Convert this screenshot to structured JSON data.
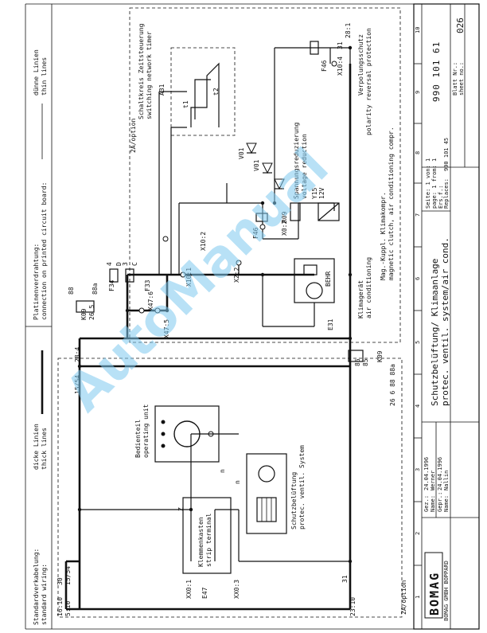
{
  "header": {
    "standard_wiring_de": "Standardverkabelung:",
    "standard_wiring_en": "standard wiring:",
    "thick_lines_de": "dicke Linien",
    "thick_lines_en": "thick lines",
    "pcb_wiring_de": "Platinenverdrahtung:",
    "pcb_wiring_en": "connection on printed circuit board:",
    "thin_lines_de": "dünne Linien",
    "thin_lines_en": "thin lines"
  },
  "labels": {
    "term_16_10": "16:10",
    "term_5_10": "5:10",
    "term_30": "30",
    "term_15_54": "15/54",
    "term_31": "31",
    "term_23_10": "23:10",
    "option_2a_bottom": "2A/option",
    "option_2a_top": "2A/option",
    "k09_top": "K09",
    "k09_bottom": "K09",
    "k09_pins_top": "26 5",
    "pin_88": "88",
    "pin_88a": "88a",
    "pin_86": "86",
    "pin_85": "85",
    "pin_28_4": "28:4",
    "pin_15_54": "15/54",
    "bottom_pins": "26 6 88 88a",
    "x47_5": "X47:5",
    "x47_6": "X47:6",
    "f33": "F33",
    "f34": "F34",
    "f33_c": "3",
    "f34_c": "4",
    "f_c": "C",
    "f_d": "D",
    "x10_1": "X10:1",
    "x10_2": "X10:2",
    "x2_2": "X2:2",
    "x0_2": "X0:2",
    "x10_4": "X10:4",
    "x10_31": "31",
    "x28_1": "28:1",
    "f46_mid": "F46",
    "f46_top": "F46",
    "r09": "R09",
    "y15": "Y15",
    "y15_volt": "12V",
    "v01_a": "V01",
    "v01_b": "V01",
    "a31": "A31",
    "t1": "t1",
    "t2": "t2",
    "e31": "E31",
    "behr": "BEHR",
    "xx0_1": "XX0:1",
    "xx0_3": "XX0:3",
    "e47": "E47",
    "z_mark": "Z",
    "n_mark_1": "n",
    "n_mark_2": "n",
    "terminal_de": "Klemmenkasten",
    "terminal_en": "strip terminal",
    "operating_de": "Bedienteil",
    "operating_en": "operating unit",
    "vent_de": "Schutzbelüftung",
    "vent_en": "protec. ventil. System",
    "clima_de": "Klimagerät",
    "clima_en": "air conditioning",
    "magclutch_de": "Mag.-Kuppl. Klimakompr.",
    "magclutch_en": "magnetic clutch, air conditioning compr.",
    "voltred_de": "Spannungsreduzierung",
    "voltred_en": "voltage reduction",
    "timer_de": "Schaltkreis Zeitsteuerung",
    "timer_en": "switching network timer",
    "polarity_de": "Verpolungsschutz",
    "polarity_en": "polarity reversal protection"
  },
  "title_block": {
    "company": "BOMAG",
    "company_sub": "BOMAG GMBH BOPPARD",
    "gez_label": "Gez.:",
    "gez_date": "24.04.1996",
    "name1_label": "Name:",
    "name1": "Werner",
    "gepr_label": "Gepr.:",
    "gepr_date": "24.04.1996",
    "name2_label": "Name:",
    "name2": "Nallin",
    "title_de": "Schutzbelüftung/ Klimaanlage",
    "title_en": "protec. ventil. system/air cond.",
    "page_de": "Seite:  1  von:  1",
    "page_en": "page:  1  from:  1",
    "ersf_label": "Ers.f.:",
    "replaces_label": "Replaces:",
    "replaces": "990 101 45",
    "doc_number": "990 101 61",
    "blatt_de": "Blatt Nr.:",
    "sheet_en": "sheet no.:",
    "sheet_no": "026",
    "col_1": "1",
    "col_2": "2",
    "col_3": "3",
    "col_4": "4",
    "col_5": "5",
    "col_6": "6",
    "col_7": "7",
    "col_8": "8",
    "col_9": "9",
    "col_10": "10"
  },
  "watermark": "AutoManual"
}
